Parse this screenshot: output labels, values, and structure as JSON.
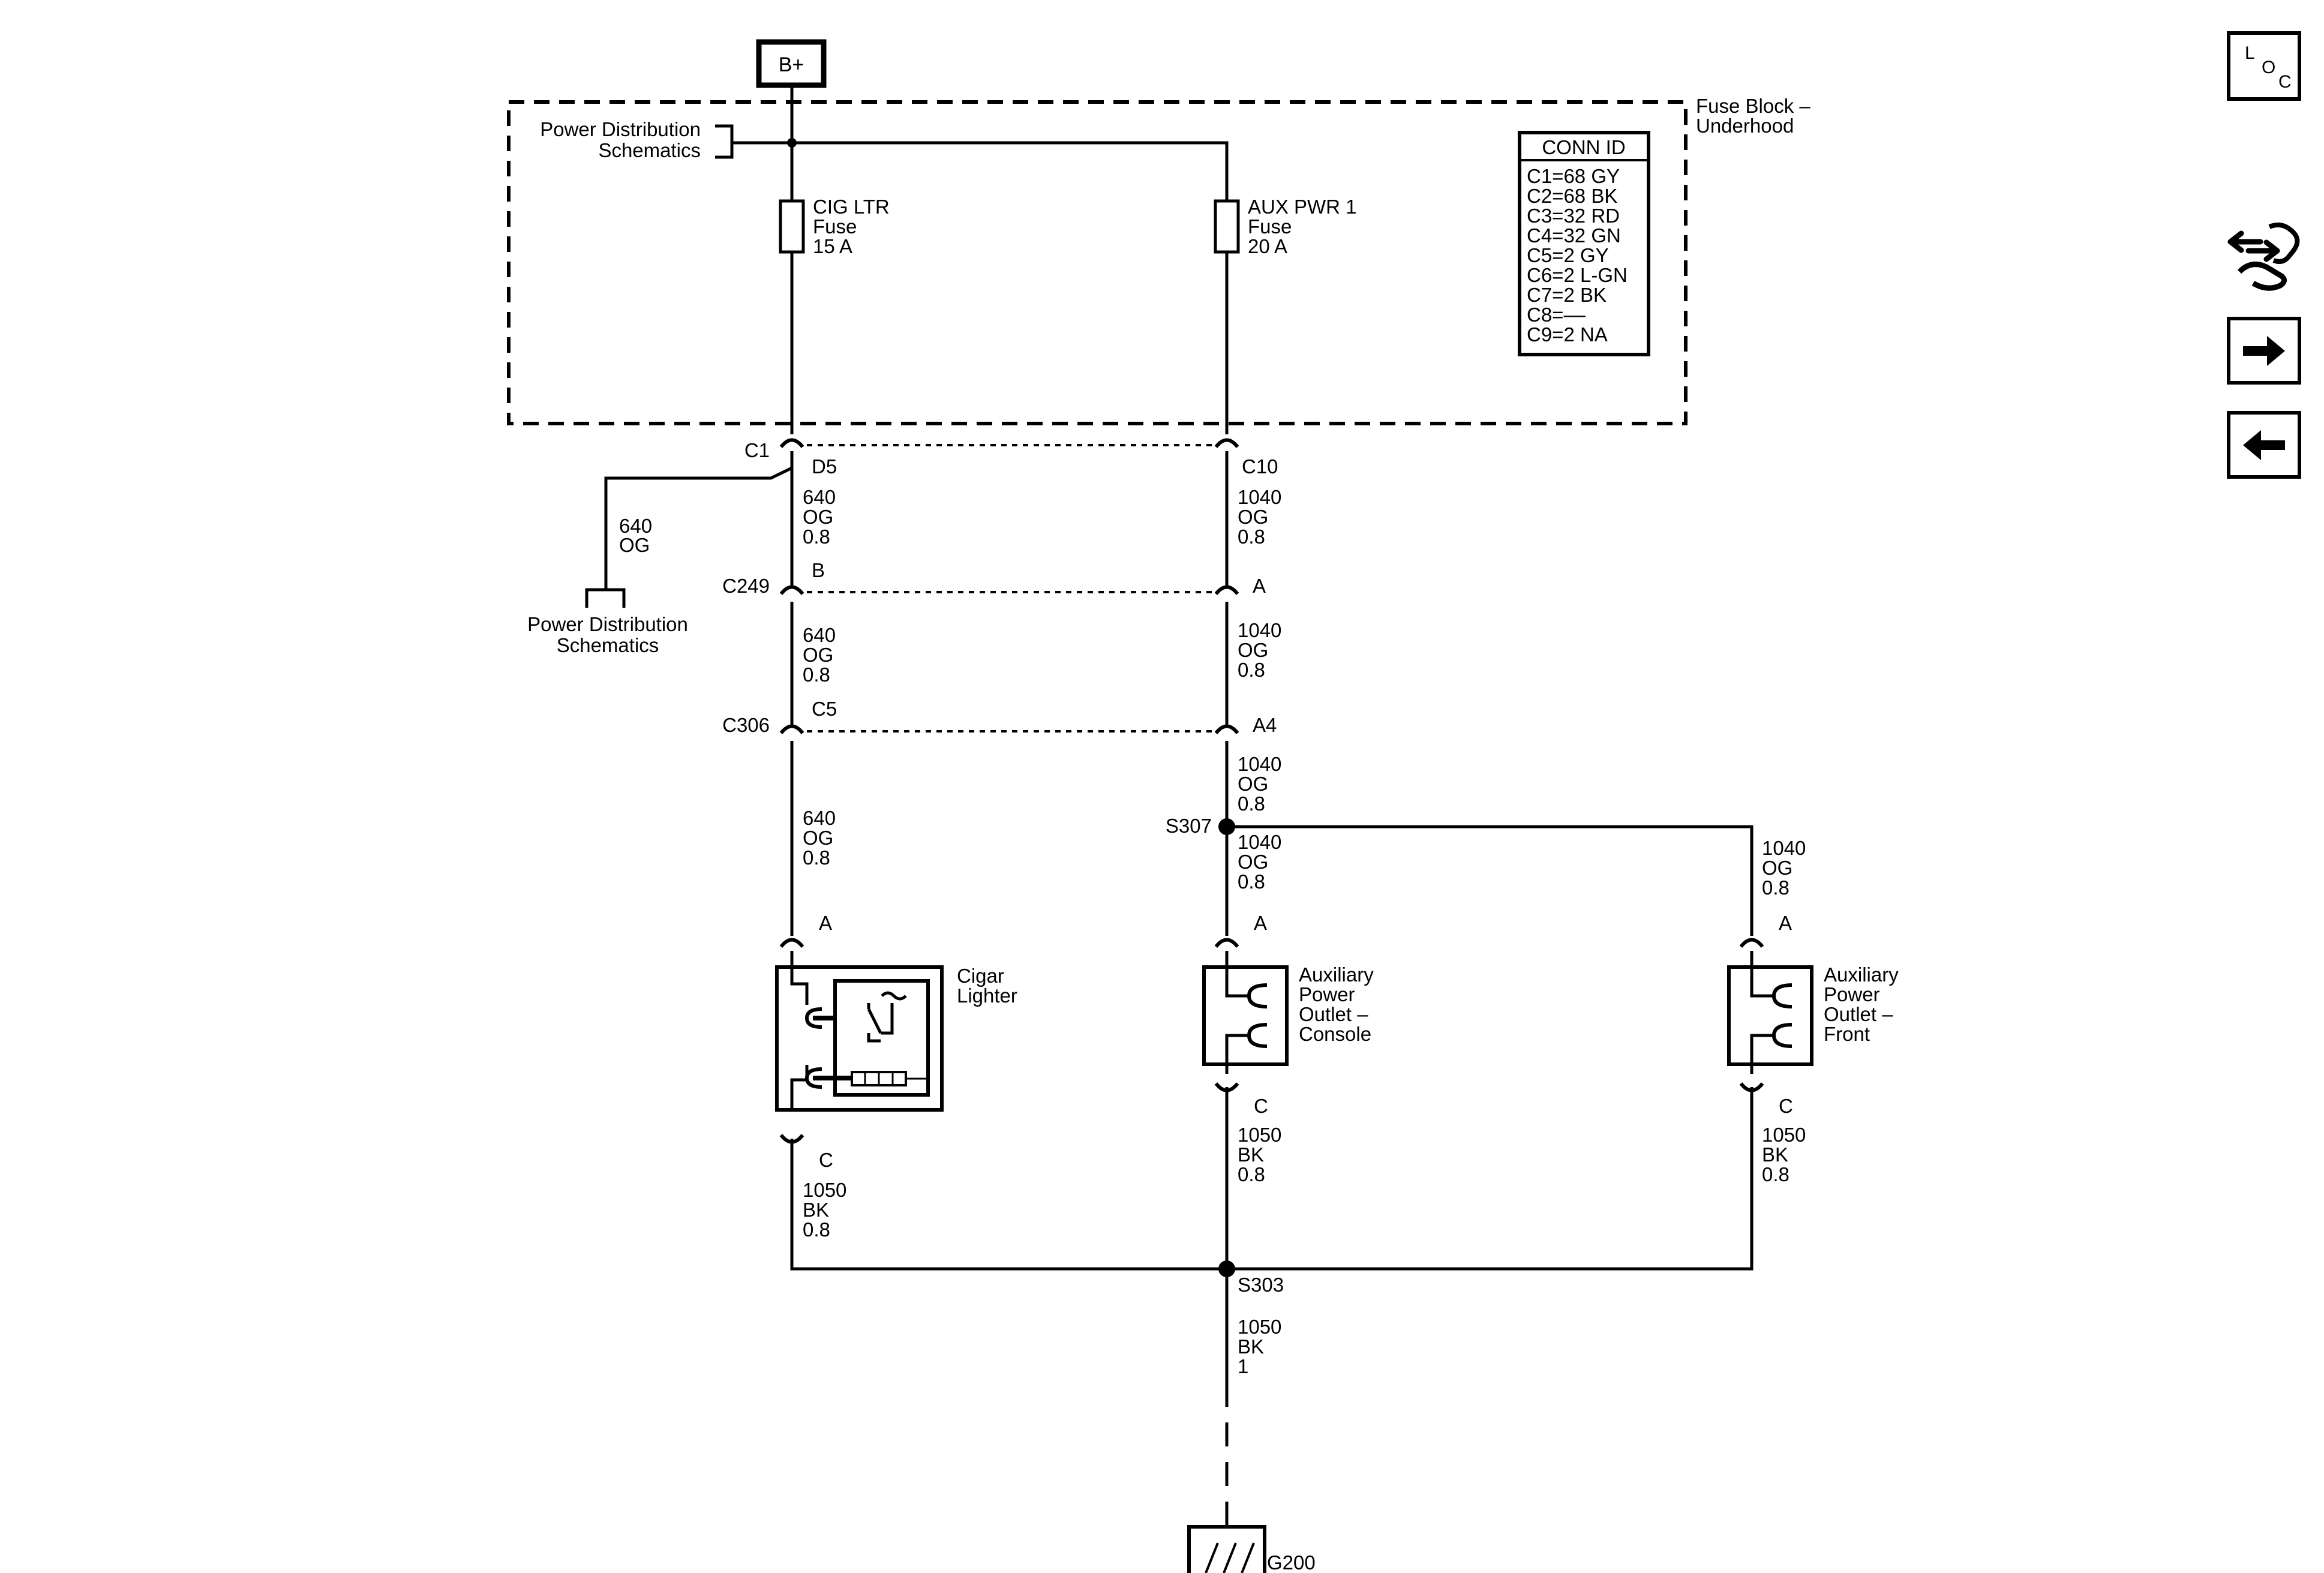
{
  "power_source": "B+",
  "fuse_block": {
    "title_line1": "Fuse Block –",
    "title_line2": "Underhood"
  },
  "power_distribution_top": {
    "line1": "Power Distribution",
    "line2": "Schematics"
  },
  "power_distribution_side": {
    "line1": "Power Distribution",
    "line2": "Schematics"
  },
  "fuses": [
    {
      "name": "CIG LTR",
      "type": "Fuse",
      "rating": "15 A"
    },
    {
      "name": "AUX PWR 1",
      "type": "Fuse",
      "rating": "20 A"
    }
  ],
  "conn_id": {
    "title": "CONN ID",
    "rows": [
      "C1=68 GY",
      "C2=68 BK",
      "C3=32 RD",
      "C4=32 GN",
      "C5=2 GY",
      "C6=2 L-GN",
      "C7=2 BK",
      "C8=––",
      "C9=2 NA"
    ]
  },
  "connectors": {
    "c1": "C1",
    "c1_pin": "D5",
    "c10": "C10",
    "c249": "C249",
    "c249_pin_left": "B",
    "c249_pin_right": "A",
    "c306": "C306",
    "c306_pin_left": "C5",
    "c306_pin_right": "A4",
    "cig_top_pin": "A",
    "cig_bottom_pin": "C",
    "console_top_pin": "A",
    "console_bottom_pin": "C",
    "front_top_pin": "A",
    "front_bottom_pin": "C"
  },
  "splices": {
    "s307": "S307",
    "s303": "S303"
  },
  "ground": "G200",
  "wires": {
    "branch_640": [
      "640",
      "OG"
    ],
    "left_640_a": [
      "640",
      "OG",
      "0.8"
    ],
    "left_640_b": [
      "640",
      "OG",
      "0.8"
    ],
    "left_640_c": [
      "640",
      "OG",
      "0.8"
    ],
    "right_1040_a": [
      "1040",
      "OG",
      "0.8"
    ],
    "right_1040_b": [
      "1040",
      "OG",
      "0.8"
    ],
    "right_1040_c": [
      "1040",
      "OG",
      "0.8"
    ],
    "right_1040_d": [
      "1040",
      "OG",
      "0.8"
    ],
    "front_1040": [
      "1040",
      "OG",
      "0.8"
    ],
    "cig_1050": [
      "1050",
      "BK",
      "0.8"
    ],
    "console_1050": [
      "1050",
      "BK",
      "0.8"
    ],
    "front_1050": [
      "1050",
      "BK",
      "0.8"
    ],
    "ground_1050": [
      "1050",
      "BK",
      "1"
    ]
  },
  "components": {
    "cigar_lighter": [
      "Cigar",
      "Lighter"
    ],
    "aux_console": [
      "Auxiliary",
      "Power",
      "Outlet –",
      "Console"
    ],
    "aux_front": [
      "Auxiliary",
      "Power",
      "Outlet –",
      "Front"
    ]
  },
  "nav": {
    "loc": {
      "l": "L",
      "o": "O",
      "c": "C"
    },
    "tool_icon": "connector-tool-icon",
    "next_icon": "arrow-right-icon",
    "prev_icon": "arrow-left-icon"
  }
}
